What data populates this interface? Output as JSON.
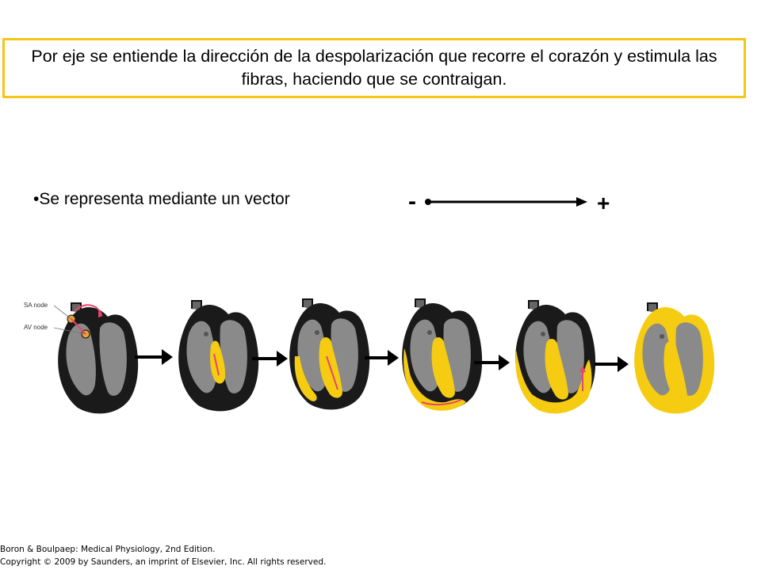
{
  "header": {
    "definition_text": "Por eje se entiende la dirección de la despolarización que recorre el corazón y estimula las fibras, haciendo que se contraigan."
  },
  "body": {
    "bullet_text": "•Se representa mediante un vector",
    "vector": {
      "negative_sign": "-",
      "positive_sign": "+"
    }
  },
  "figure": {
    "labels": {
      "sa_node": "SA node",
      "av_node": "AV node"
    },
    "colors": {
      "tissue": "#8a8a8a",
      "outline": "#111111",
      "depolarized": "#f5cc12",
      "path": "#e8456c",
      "node": "#f0a030"
    },
    "stage_count": 6
  },
  "footer": {
    "line1": "Boron & Boulpaep: Medical Physiology, 2nd Edition.",
    "line2": "Copyright © 2009 by Saunders, an imprint of Elsevier, Inc. All rights reserved."
  }
}
